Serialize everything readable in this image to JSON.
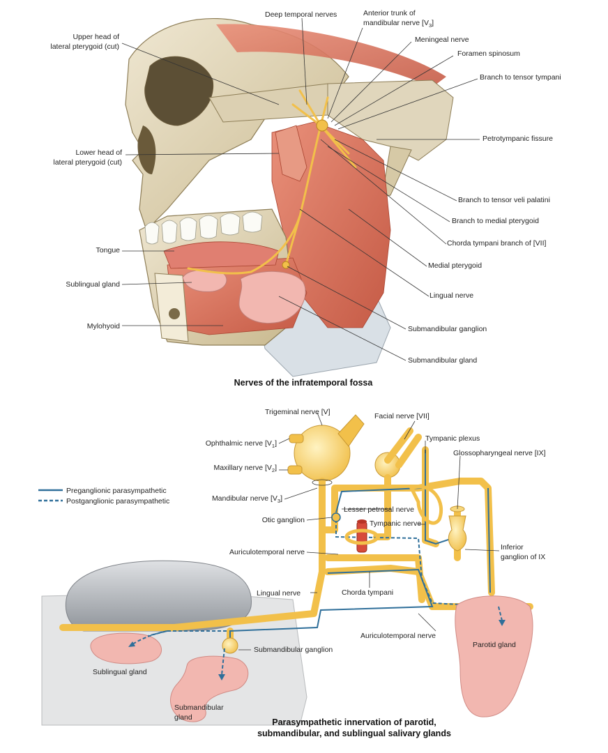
{
  "top_figure": {
    "title": "Nerves of the infratemporal fossa",
    "labels": {
      "deep_temporal": "Deep temporal nerves",
      "anterior_trunk_1": "Anterior trunk of",
      "anterior_trunk_2": "mandibular nerve [V",
      "anterior_trunk_sub": "3",
      "anterior_trunk_end": "]",
      "meningeal": "Meningeal nerve",
      "foramen_spinosum": "Foramen spinosum",
      "tensor_tympani": "Branch to tensor tympani",
      "upper_head_1": "Upper head of",
      "upper_head_2": "lateral pterygoid (cut)",
      "petrotympanic": "Petrotympanic fissure",
      "lower_head_1": "Lower head of",
      "lower_head_2": "lateral pterygoid (cut)",
      "tensor_veli": "Branch to tensor veli palatini",
      "medial_pterygoid_branch": "Branch to medial pterygoid",
      "chorda_branch": "Chorda tympani branch of [VII]",
      "tongue": "Tongue",
      "medial_pterygoid": "Medial pterygoid",
      "sublingual_gland": "Sublingual gland",
      "lingual_nerve": "Lingual nerve",
      "mylohyoid": "Mylohyoid",
      "submandibular_ganglion": "Submandibular ganglion",
      "submandibular_gland": "Submandibular gland"
    }
  },
  "bottom_figure": {
    "title_line1": "Parasympathetic innervation of parotid,",
    "title_line2": "submandibular, and sublingual salivary glands",
    "legend": {
      "preganglionic": "Preganglionic parasympathetic",
      "postganglionic": "Postganglionic parasympathetic"
    },
    "labels": {
      "trigeminal": "Trigeminal nerve [V]",
      "facial": "Facial nerve [VII]",
      "tympanic_plexus": "Tympanic plexus",
      "ophthalmic": "Ophthalmic nerve [V",
      "ophthalmic_sub": "1",
      "glossopharyngeal": "Glossopharyngeal nerve [IX]",
      "maxillary": "Maxillary nerve [V",
      "maxillary_sub": "2",
      "mandibular": "Mandibular nerve [V",
      "mandibular_sub": "3",
      "close_bracket": "]",
      "lesser_petrosal": "Lesser petrosal nerve",
      "otic_ganglion": "Otic ganglion",
      "tympanic_nerve": "Tympanic nerve",
      "auriculotemporal": "Auriculotemporal nerve",
      "inferior_ganglion_1": "Inferior",
      "inferior_ganglion_2": "ganglion of IX",
      "lingual_nerve": "Lingual nerve",
      "chorda_tympani": "Chorda tympani",
      "auriculotemporal_2": "Auriculotemporal nerve",
      "parotid_gland": "Parotid gland",
      "submandibular_ganglion": "Submandibular ganglion",
      "sublingual_gland": "Sublingual gland",
      "submandibular_gland_1": "Submandibular",
      "submandibular_gland_2": "gland"
    }
  },
  "colors": {
    "bone": "#e6dcc3",
    "muscle": "#d9705a",
    "nerve": "#f2c04a",
    "gland": "#f2b7b0",
    "pathway_blue": "#2f6f9a",
    "tongue_gray": "#a9adb3"
  }
}
